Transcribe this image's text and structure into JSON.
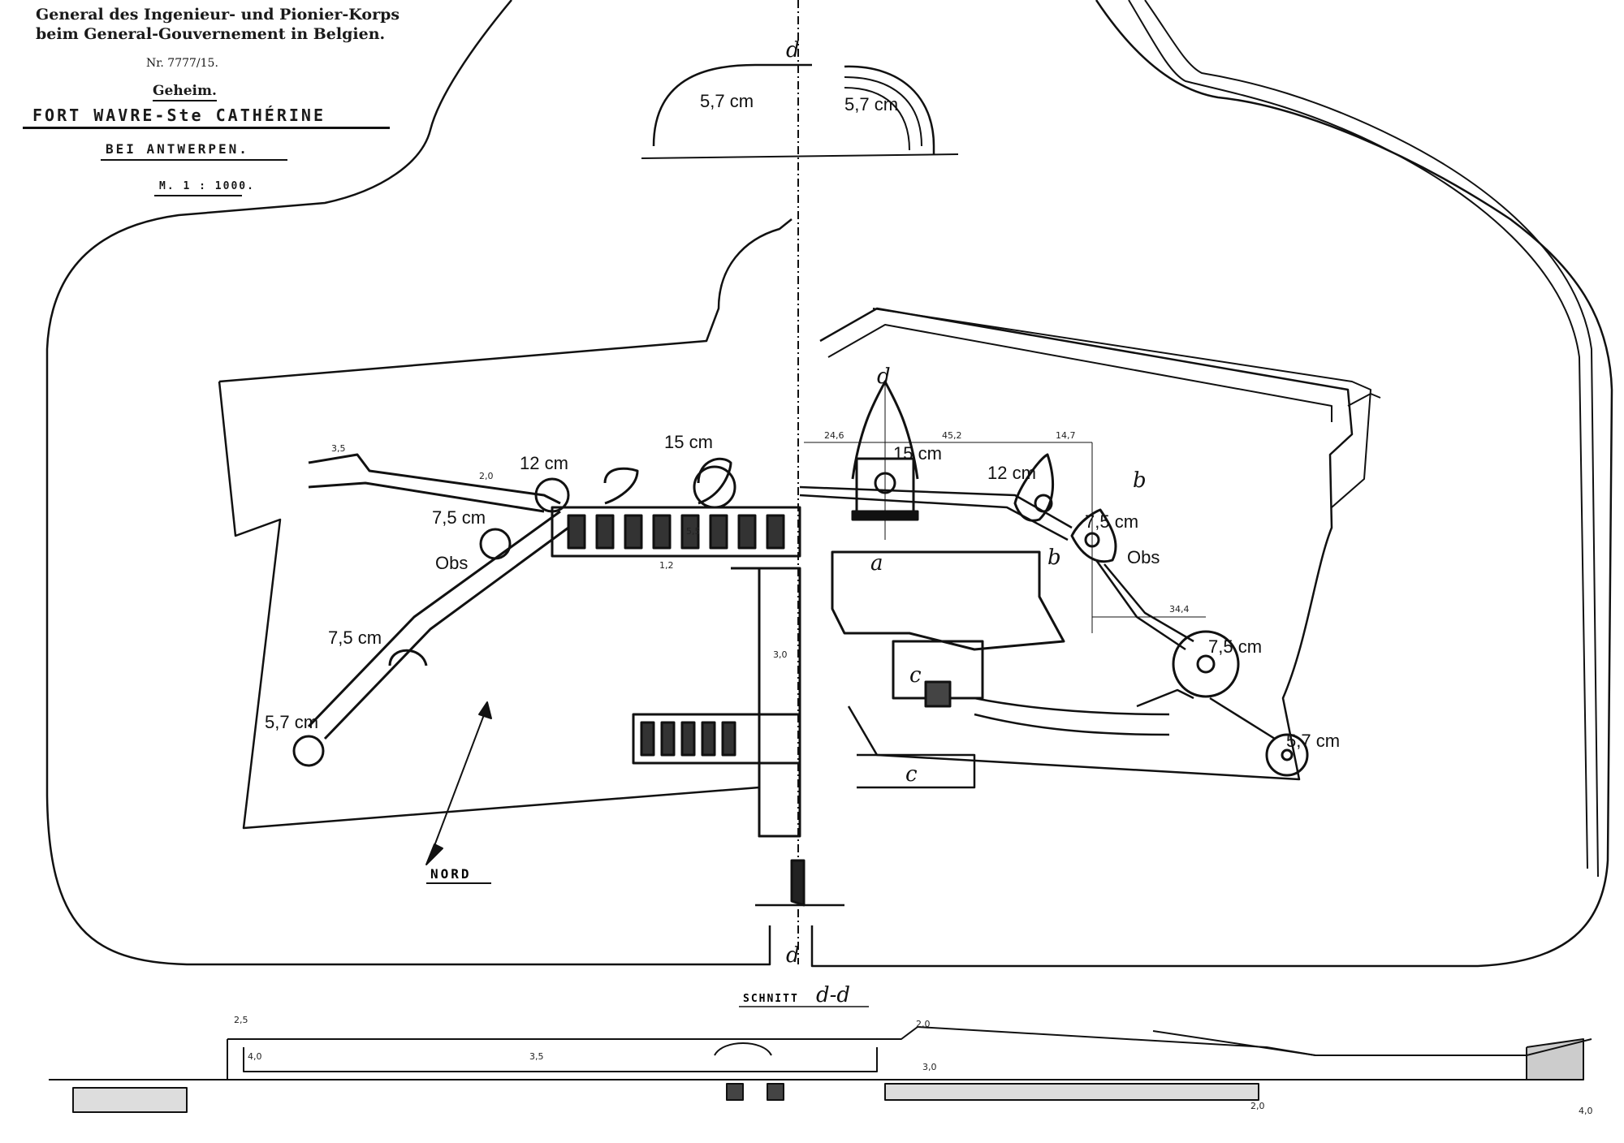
{
  "header": {
    "line1": "General des Ingenieur- und Pionier-Korps",
    "line2": "beim General-Gouvernement in Belgien.",
    "number": "Nr. 7777/15.",
    "secret": "Geheim.",
    "title": "FORT WAVRE-Ste CATHÉRINE",
    "subtitle": "BEI ANTWERPEN.",
    "scale": "M. 1 : 1000."
  },
  "gun_labels": {
    "top_left": "5,7 cm",
    "top_right": "5,7 cm",
    "c15_left": "15 cm",
    "c12_left": "12 cm",
    "c75_left_upper": "7,5 cm",
    "obs_left": "Obs",
    "c75_left_lower": "7,5  cm",
    "c57_left_lower": "5,7 cm",
    "c15_right": "15 cm",
    "c12_right": "12 cm",
    "c75_right_upper": "7,5  cm",
    "obs_right": "Obs",
    "c75_right_lower": "7,5  cm",
    "c57_right_lower": "5,7 cm"
  },
  "dimensions": {
    "d246": "24,6",
    "d452": "45,2",
    "d147": "14,7",
    "d344": "34,4",
    "d35a": "3,5",
    "d20a": "2,0",
    "d12": "1,2",
    "d55": "5,5",
    "d30": "3,0",
    "d25": "2,5",
    "d40": "4,0",
    "d35b": "3,5",
    "d20b": "2,0",
    "d30b": "3,0",
    "d20c": "2,0",
    "d40b": "4,0"
  },
  "section_marks": {
    "top": "d",
    "axis": "d",
    "bottom": "d",
    "b1": "b",
    "b2": "b",
    "a1": "a",
    "c1": "c",
    "c2": "c"
  },
  "north_label": "NORD",
  "section_caption": "SCHNITT",
  "section_caption_cut": "d-d"
}
